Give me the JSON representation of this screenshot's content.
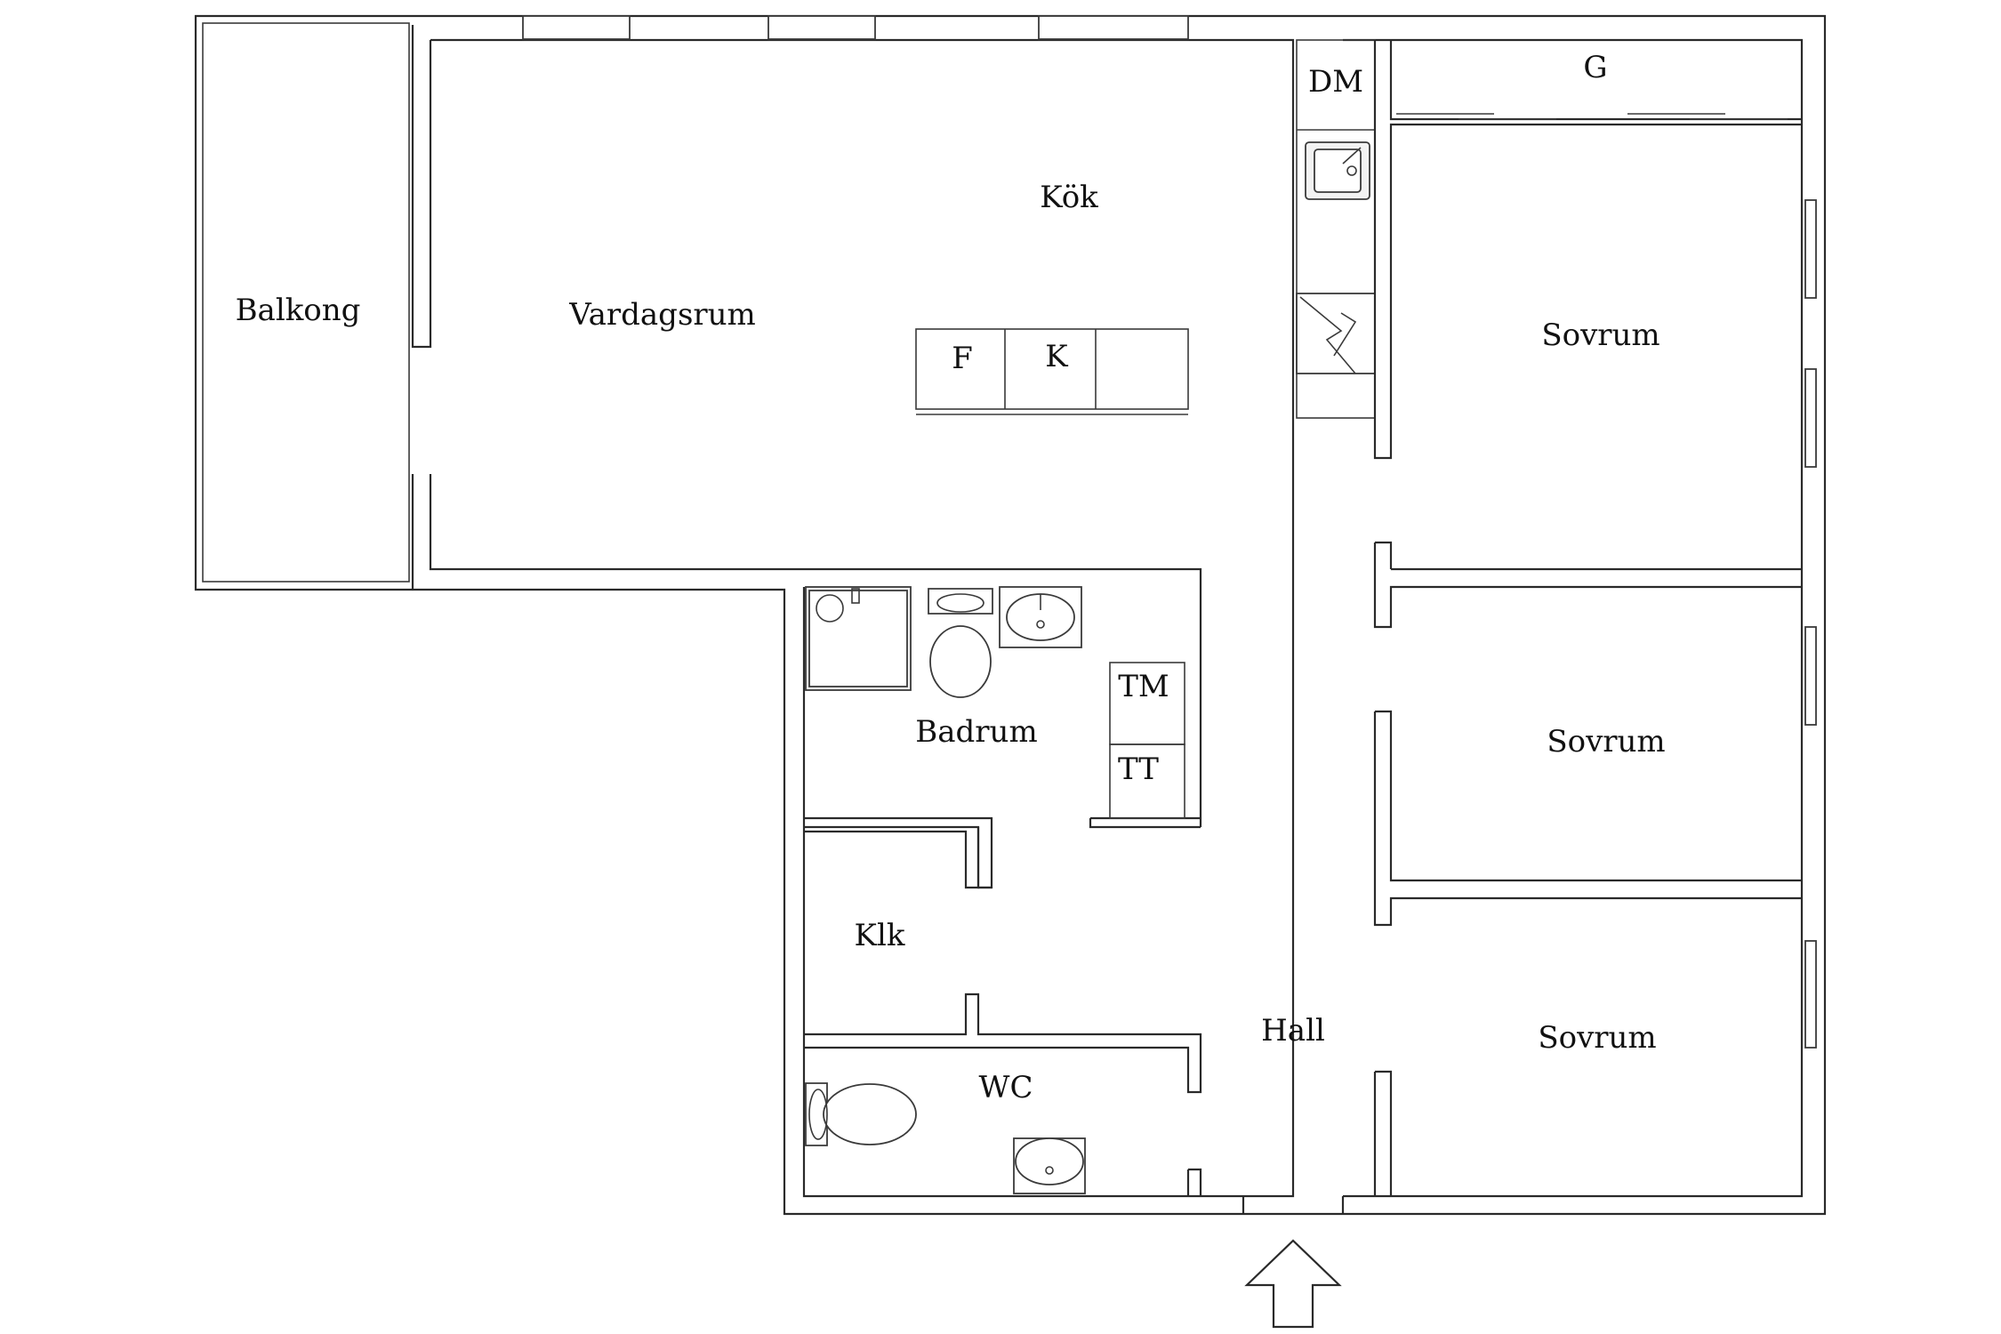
{
  "rooms": {
    "balkong": "Balkong",
    "vardagsrum": "Vardagsrum",
    "kok": "Kök",
    "dm": "DM",
    "f": "F",
    "k": "K",
    "g": "G",
    "sovrum1": "Sovrum",
    "sovrum2": "Sovrum",
    "sovrum3": "Sovrum",
    "badrum": "Badrum",
    "tm": "TM",
    "tt": "TT",
    "klk": "Klk",
    "wc": "WC",
    "hall": "Hall"
  }
}
